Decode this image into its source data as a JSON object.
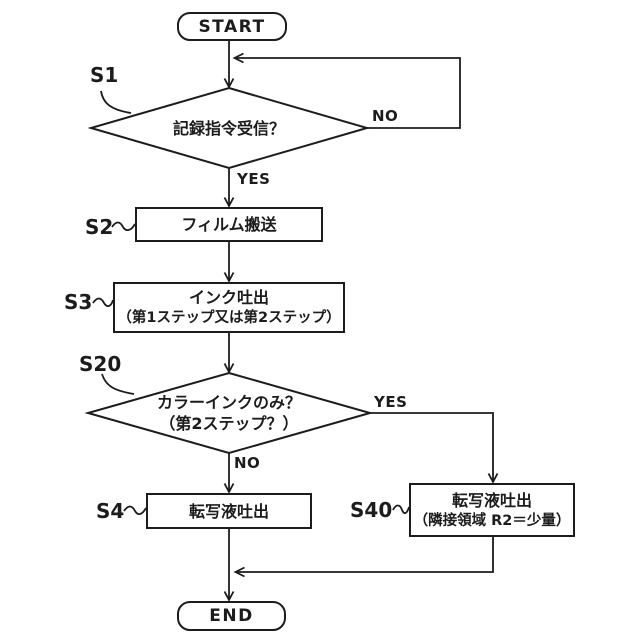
{
  "palette": {
    "background": "#ffffff",
    "ink": "#1c1c1c"
  },
  "terminals": {
    "start": "START",
    "end": "END"
  },
  "steps": {
    "s1": {
      "tag": "S1",
      "text": "記録指令受信？",
      "yes": "YES",
      "no": "NO"
    },
    "s2": {
      "tag": "S2",
      "text": "フィルム搬送"
    },
    "s3": {
      "tag": "S3",
      "line1": "インク吐出",
      "line2": "（第1ステップ又は第2ステップ）"
    },
    "s20": {
      "tag": "S20",
      "line1": "カラーインクのみ？",
      "line2": "（第2ステップ？）",
      "yes": "YES",
      "no": "NO"
    },
    "s4": {
      "tag": "S4",
      "text": "転写液吐出"
    },
    "s40": {
      "tag": "S40",
      "line1": "転写液吐出",
      "line2": "（隣接領域 R2＝少量）"
    }
  }
}
